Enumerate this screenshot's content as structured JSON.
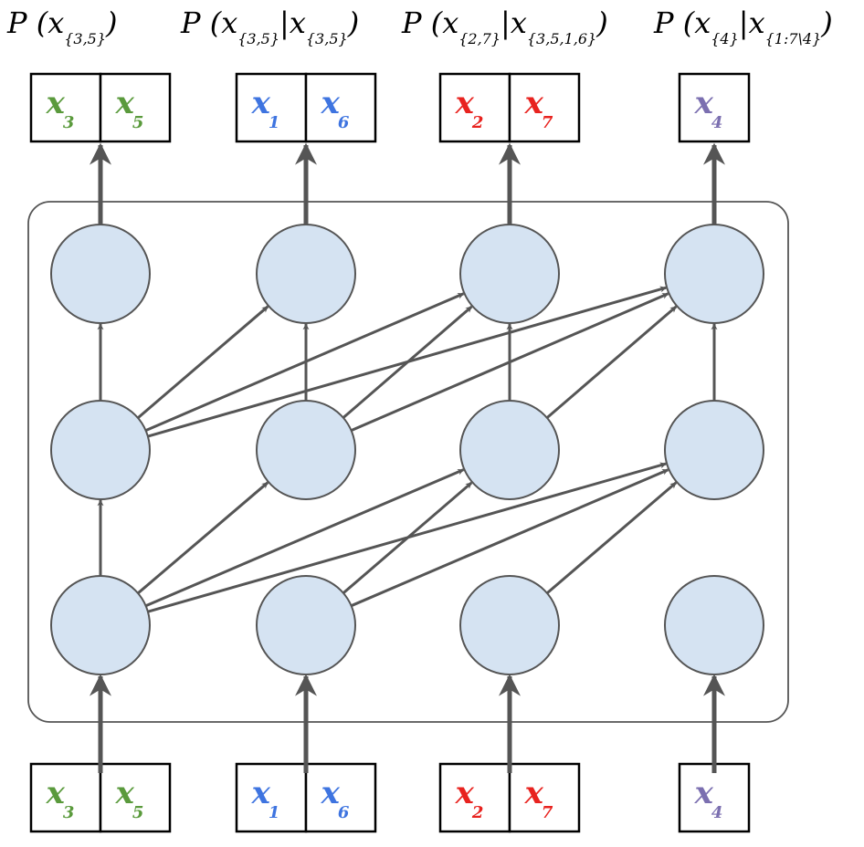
{
  "formulas": [
    {
      "main": "P (x",
      "sub1": "{3,5}",
      "bar": "",
      "x2": "",
      "sub2": "",
      "close": ")"
    },
    {
      "main": "P (x",
      "sub1": "{3,5}",
      "bar": "|",
      "x2": "x",
      "sub2": "{3,5}",
      "close": ")"
    },
    {
      "main": "P (x",
      "sub1": "{2,7}",
      "bar": "|",
      "x2": "x",
      "sub2": "{3,5,1,6}",
      "close": ")"
    },
    {
      "main": "P (x",
      "sub1": "{4}",
      "bar": "|",
      "x2": "x",
      "sub2": "{1:7\\4}",
      "close": ")"
    }
  ],
  "groups": [
    {
      "color": "#5a9a3c",
      "cells": [
        {
          "var": "x",
          "sub": "3"
        },
        {
          "var": "x",
          "sub": "5"
        }
      ]
    },
    {
      "color": "#3e74e0",
      "cells": [
        {
          "var": "x",
          "sub": "1"
        },
        {
          "var": "x",
          "sub": "6"
        }
      ]
    },
    {
      "color": "#e8231f",
      "cells": [
        {
          "var": "x",
          "sub": "2"
        },
        {
          "var": "x",
          "sub": "7"
        }
      ]
    },
    {
      "color": "#7b6fb0",
      "cells": [
        {
          "var": "x",
          "sub": "4"
        }
      ]
    }
  ],
  "style": {
    "node_fill": "#d5e3f2",
    "edge_color": "#555555"
  },
  "edges": [
    [
      "0-0",
      "1-0"
    ],
    [
      "0-0",
      "1-1"
    ],
    [
      "0-0",
      "1-2"
    ],
    [
      "0-0",
      "1-3"
    ],
    [
      "0-1",
      "1-2"
    ],
    [
      "0-1",
      "1-3"
    ],
    [
      "0-2",
      "1-3"
    ],
    [
      "1-0",
      "2-0"
    ],
    [
      "1-0",
      "2-1"
    ],
    [
      "1-0",
      "2-2"
    ],
    [
      "1-0",
      "2-3"
    ],
    [
      "1-1",
      "2-1"
    ],
    [
      "1-1",
      "2-2"
    ],
    [
      "1-1",
      "2-3"
    ],
    [
      "1-2",
      "2-2"
    ],
    [
      "1-2",
      "2-3"
    ],
    [
      "1-3",
      "2-3"
    ]
  ]
}
